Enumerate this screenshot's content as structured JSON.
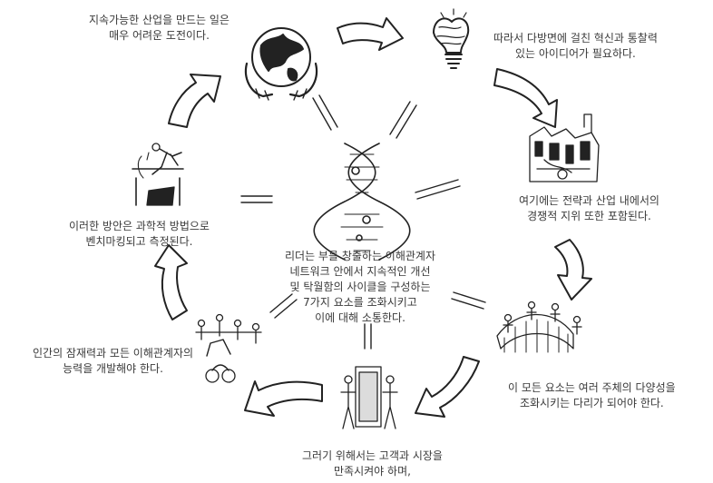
{
  "colors": {
    "ink": "#222222",
    "text": "#3a3a3a",
    "background": "#ffffff",
    "arrow_fill": "#ffffff"
  },
  "center": {
    "icon": "dna-helix-icon",
    "lines": [
      "리더는 부를 창출하는 이해관계자",
      "네트워크 안에서 지속적인 개선",
      "및 탁월함의 사이클을 구성하는",
      "7가지 요소를 조화시키고",
      "이에 대해 소통한다."
    ]
  },
  "steps": [
    {
      "id": "globe",
      "icon": "hands-holding-globe-icon",
      "lines": [
        "지속가능한 산업을 만드는 일은",
        "매우 어려운 도전이다."
      ]
    },
    {
      "id": "bulb",
      "icon": "lightbulb-icon",
      "lines": [
        "따라서 다방면에 걸친 혁신과 통찰력",
        "있는 아이디어가 필요하다."
      ]
    },
    {
      "id": "industry",
      "icon": "industry-scene-icon",
      "lines": [
        "여기에는 전략과 산업 내에서의",
        "경쟁적 지위 또한 포함된다."
      ]
    },
    {
      "id": "bridge",
      "icon": "people-on-bridge-icon",
      "lines": [
        "이 모든 요소는 여러 주체의 다양성을",
        "조화시키는 다리가 되어야 한다."
      ]
    },
    {
      "id": "customers",
      "icon": "customers-market-icon",
      "lines": [
        "그러기 위해서는 고객과 시장을",
        "만족시켜야 하며,"
      ]
    },
    {
      "id": "people",
      "icon": "people-network-icon",
      "lines": [
        "인간의 잠재력과 모든 이해관계자의",
        "능력을 개발해야 한다."
      ]
    },
    {
      "id": "highjump",
      "icon": "high-jump-icon",
      "lines": [
        "이러한 방안은 과학적 방법으로",
        "벤치마킹되고 측정된다."
      ]
    }
  ]
}
